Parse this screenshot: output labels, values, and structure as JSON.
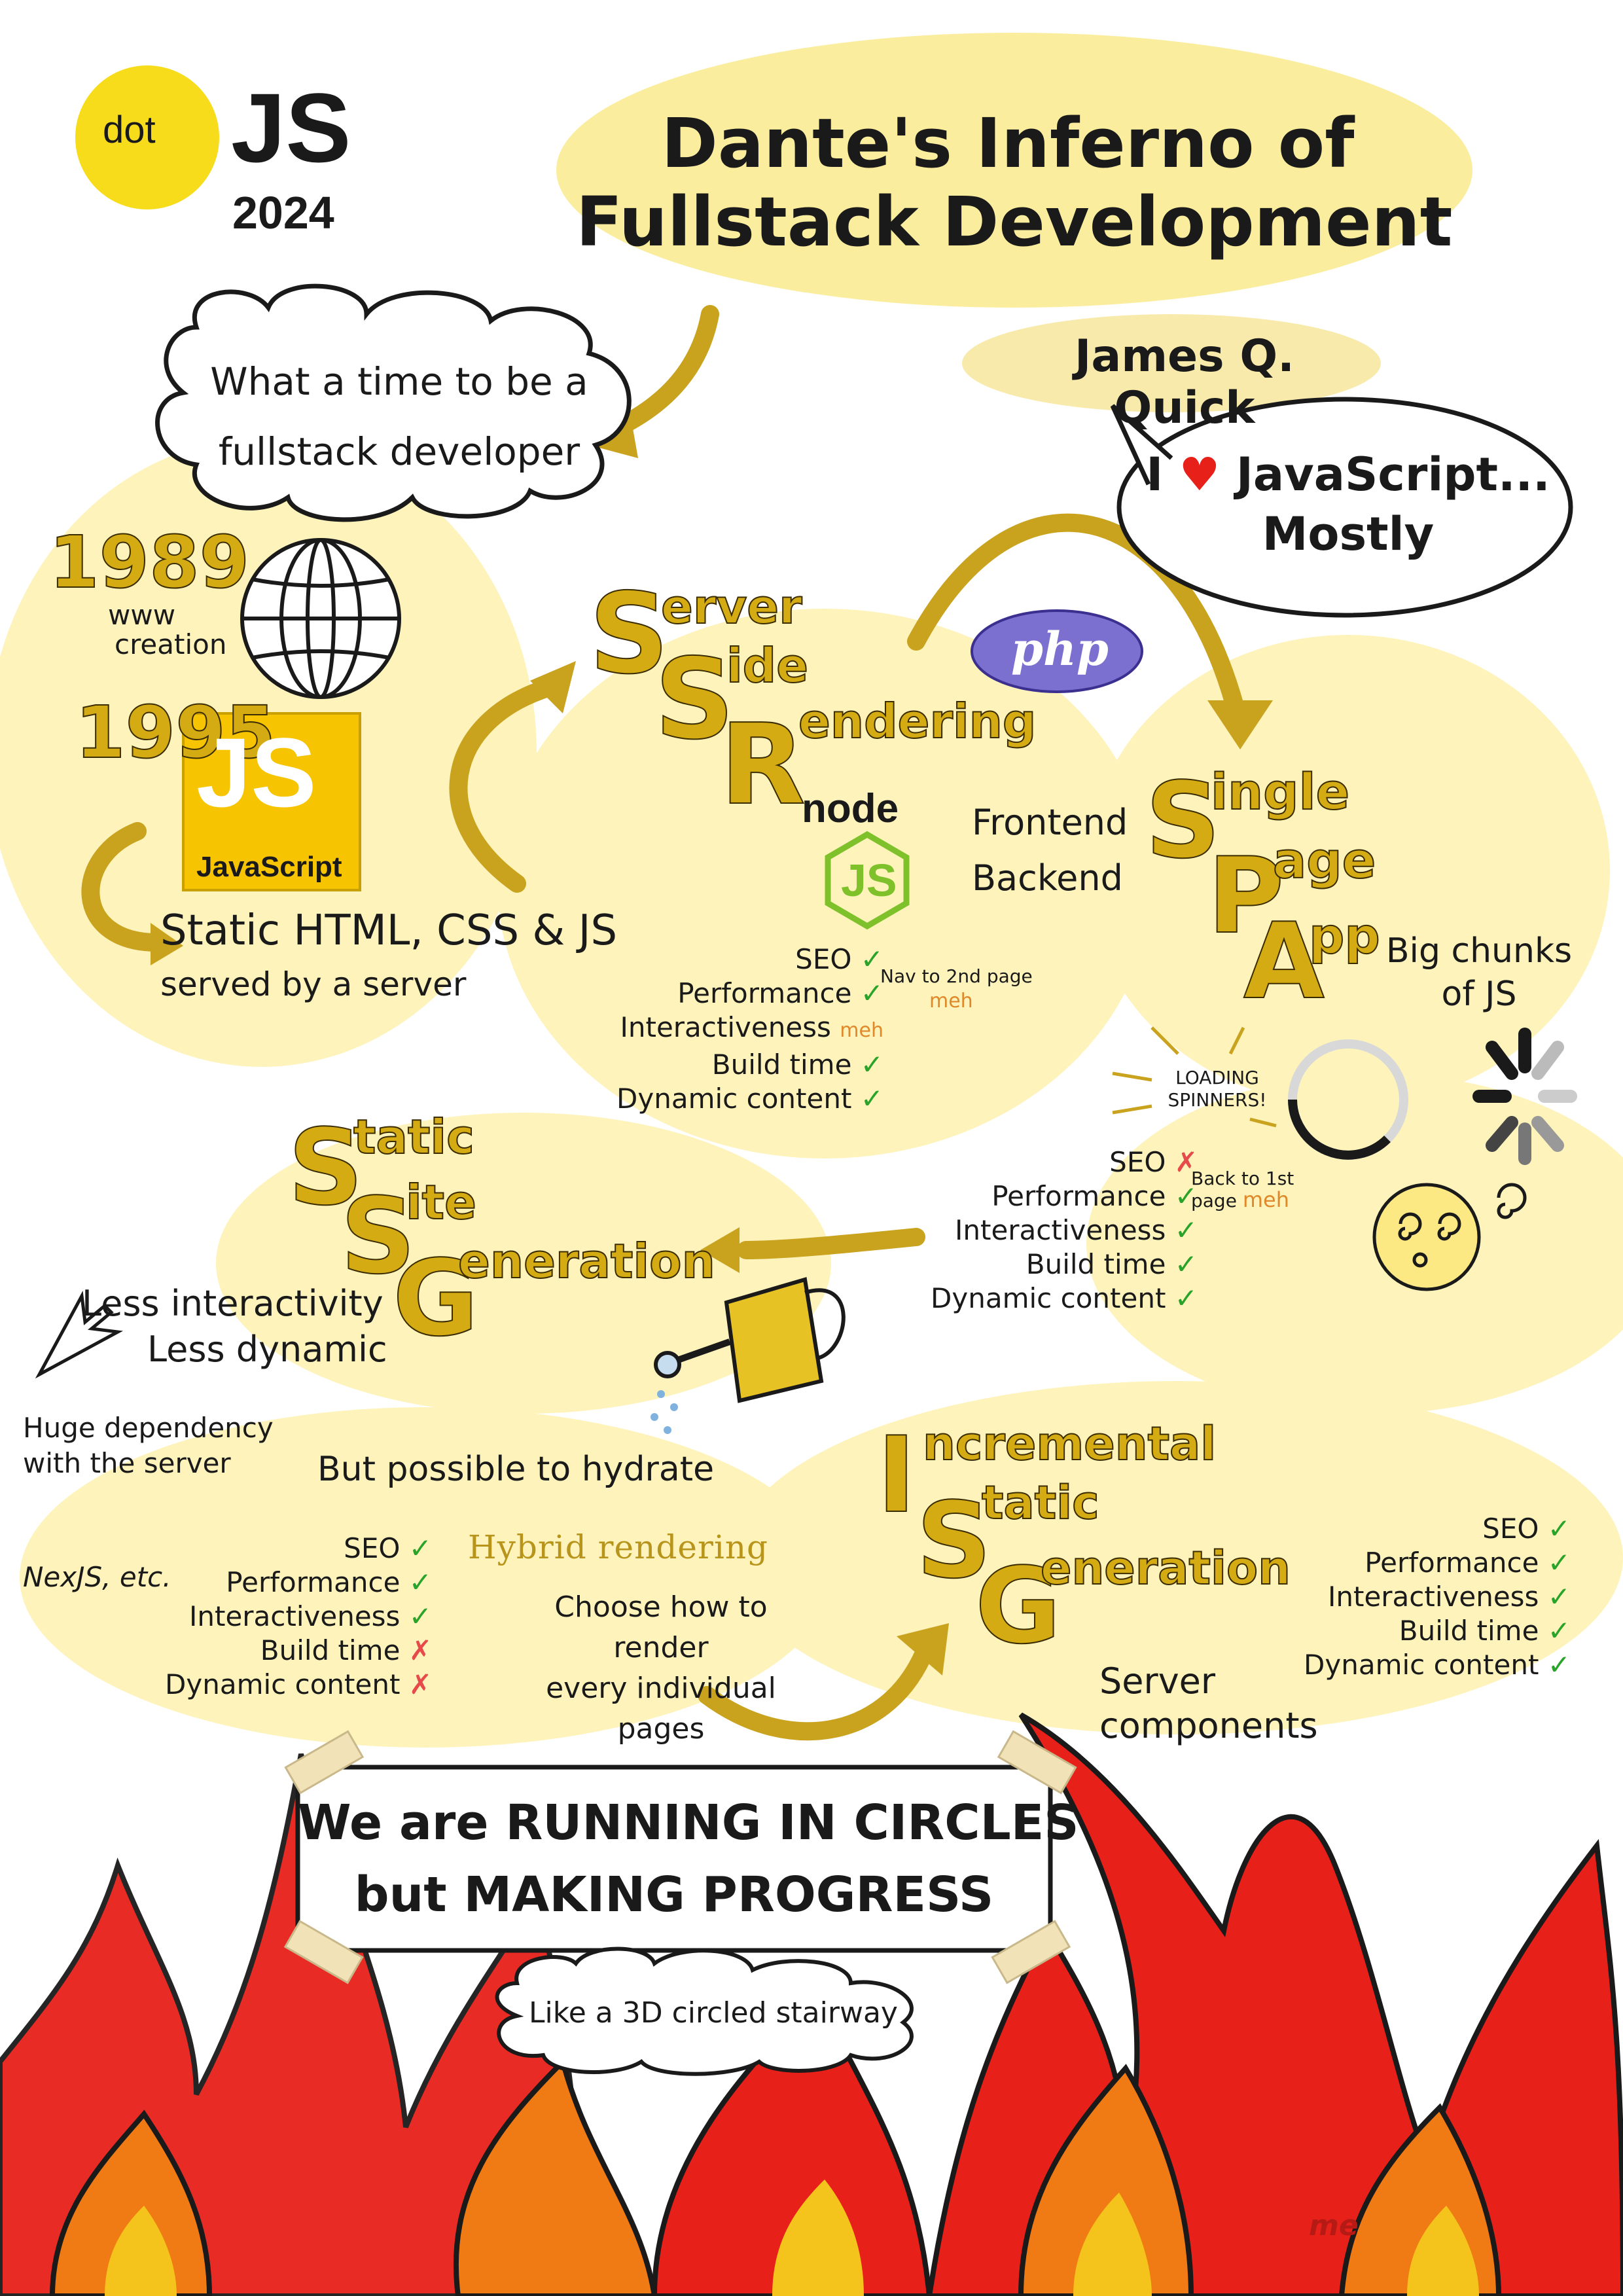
{
  "colors": {
    "yellow_wash": "#fce983",
    "title_highlight": "#f5dc3c",
    "gold_letter": "#d4ab12",
    "arrow_gold": "#c9a21e",
    "check_green": "#2aa32a",
    "cross_red": "#e64a4a",
    "meh_orange": "#e0892a",
    "php_purple": "#7b6fd0",
    "fire_red": "#e8201a",
    "fire_orange": "#f07a14",
    "fire_yellow": "#f5c41c"
  },
  "logo": {
    "dot": "dot",
    "js": "JS",
    "year": "2024"
  },
  "title": {
    "line1": "Dante's Inferno of",
    "line2": "Fullstack Development"
  },
  "speaker": "James Q. Quick",
  "bubble_love": {
    "pre": "I",
    "post": "JavaScript...",
    "line2": "Mostly"
  },
  "cloud_intro": {
    "line1": "What a time to be a",
    "line2": "fullstack developer"
  },
  "timeline": {
    "year1": "1989",
    "www": "www",
    "creation": "creation",
    "year2": "1995",
    "js_badge": "JS",
    "js_badge_label": "JavaScript",
    "static1": "Static HTML, CSS & JS",
    "static2": "served by a server"
  },
  "ssr": {
    "letters": [
      "S",
      "S",
      "R"
    ],
    "words": [
      "erver",
      "ide",
      "endering"
    ],
    "php": "php",
    "node": "node",
    "node_js": "JS",
    "frontend": "Frontend",
    "backend": "Backend",
    "metrics": [
      {
        "label": "SEO",
        "mark": "check"
      },
      {
        "label": "Performance",
        "mark": "check"
      },
      {
        "label": "Interactiveness",
        "mark": "meh",
        "note": "meh"
      },
      {
        "label": "Build time",
        "mark": "check"
      },
      {
        "label": "Dynamic content",
        "mark": "check"
      }
    ],
    "nav_note": "Nav to 2nd page",
    "nav_meh": "meh"
  },
  "spa": {
    "letters": [
      "S",
      "P",
      "A"
    ],
    "words": [
      "ingle",
      "age",
      "pp"
    ],
    "chunks1": "Big chunks",
    "chunks2": "of JS",
    "spinners1": "LOADING",
    "spinners2": "SPINNERS!",
    "metrics": [
      {
        "label": "SEO",
        "mark": "cross"
      },
      {
        "label": "Performance",
        "mark": "check"
      },
      {
        "label": "Interactiveness",
        "mark": "check"
      },
      {
        "label": "Build time",
        "mark": "check"
      },
      {
        "label": "Dynamic content",
        "mark": "check"
      }
    ],
    "back_note1": "Back to 1st",
    "back_note2": "page",
    "back_meh": "meh"
  },
  "ssg": {
    "letters": [
      "S",
      "S",
      "G"
    ],
    "words": [
      "tatic",
      "ite",
      "eneration"
    ],
    "less1": "Less interactivity",
    "less2": "Less dynamic",
    "dep1": "Huge dependency",
    "dep2": "with the server",
    "hydrate": "But possible to hydrate",
    "nextjs": "NexJS, etc.",
    "metrics": [
      {
        "label": "SEO",
        "mark": "check"
      },
      {
        "label": "Performance",
        "mark": "check"
      },
      {
        "label": "Interactiveness",
        "mark": "check"
      },
      {
        "label": "Build time",
        "mark": "cross"
      },
      {
        "label": "Dynamic content",
        "mark": "cross"
      }
    ]
  },
  "hybrid": {
    "title": "Hybrid rendering",
    "line1": "Choose how to render",
    "line2": "every individual pages"
  },
  "isg": {
    "letters": [
      "I",
      "S",
      "G"
    ],
    "words": [
      "ncremental",
      "tatic",
      "eneration"
    ],
    "server1": "Server",
    "server2": "components",
    "metrics": [
      {
        "label": "SEO",
        "mark": "check"
      },
      {
        "label": "Performance",
        "mark": "check"
      },
      {
        "label": "Interactiveness",
        "mark": "check"
      },
      {
        "label": "Build time",
        "mark": "check"
      },
      {
        "label": "Dynamic content",
        "mark": "check"
      }
    ]
  },
  "banner": {
    "line1": "We are RUNNING IN CIRCLES",
    "line2": "but MAKING PROGRESS"
  },
  "cloud_stairs": "Like a 3D circled stairway",
  "icons": [
    "globe-icon",
    "javascript-logo-icon",
    "nodejs-logo-icon",
    "php-logo-icon",
    "spinner-icon",
    "loading-spinner-icon",
    "dizzy-face-icon",
    "cursor-icon",
    "watering-can-icon",
    "heart-icon",
    "fire-icon"
  ],
  "signature": "me"
}
